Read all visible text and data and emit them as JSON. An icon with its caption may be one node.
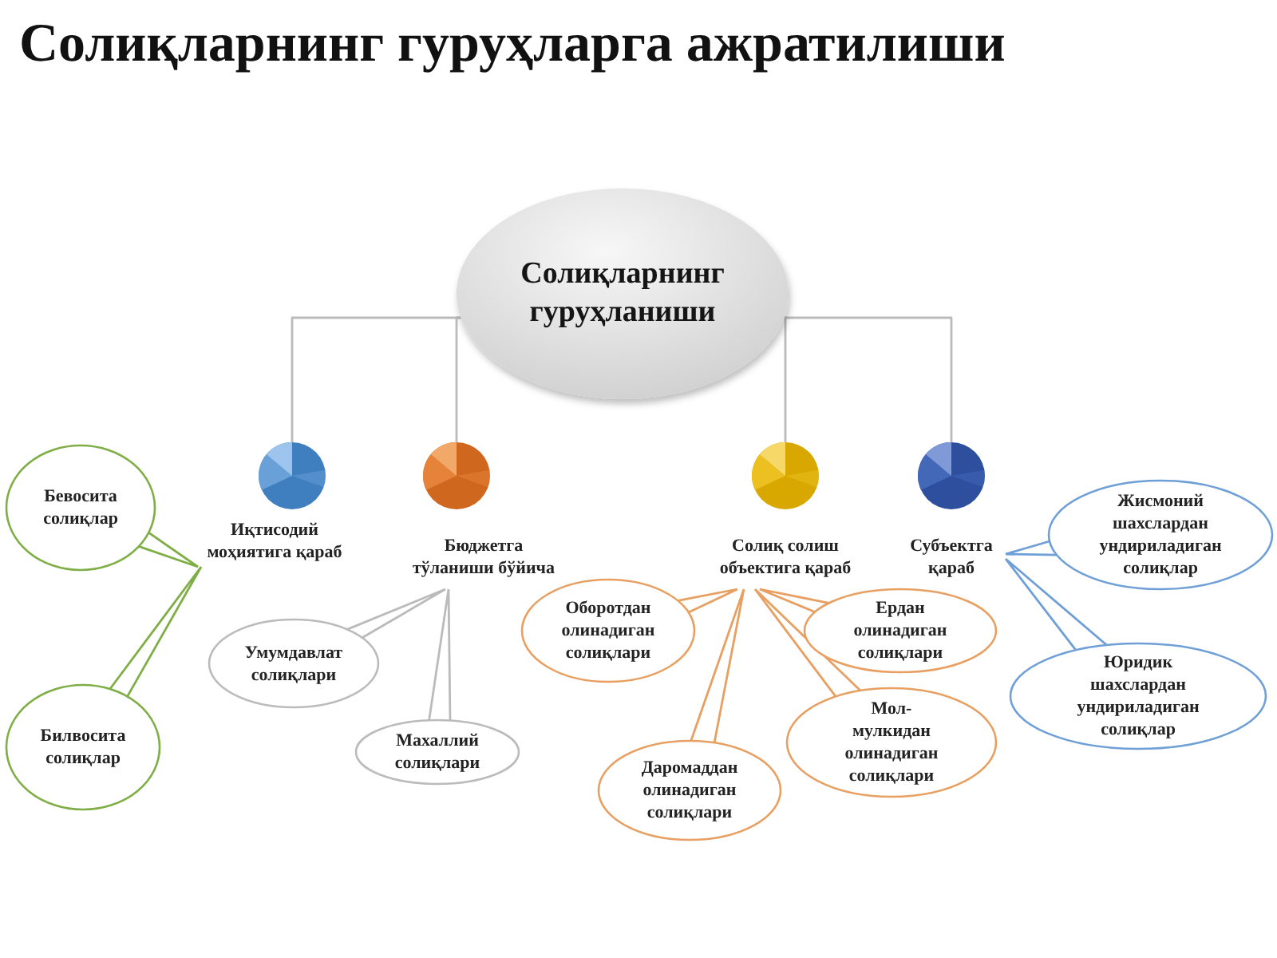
{
  "diagram": {
    "title": "Солиқларнинг гуруҳларга ажратилиши",
    "nodes": [
      {
        "text": [
          "Солиқларнинг гуруҳланиши"
        ]
      },
      {
        "text": [
          "Иқтисодий моҳиятига қараб"
        ]
      },
      {
        "text": [
          "Бюджетга тўланиши бўйича"
        ]
      },
      {
        "text": [
          "Солиқ солиш объектига қараб"
        ]
      },
      {
        "text": [
          "Субъектга қараб"
        ]
      },
      {
        "text": [
          "Бевосита солиқлар"
        ]
      },
      {
        "text": [
          "Билвосита солиқлар"
        ]
      },
      {
        "text": [
          "Умумдавлат солиқлари"
        ]
      },
      {
        "text": [
          "Махаллий солиқлари"
        ]
      },
      {
        "text": [
          "Оборотдан олинадиган солиқлари"
        ]
      },
      {
        "text": [
          "Ердан олинадиган солиқлари"
        ]
      },
      {
        "text": [
          "Мол-мулкидан олинадиган солиқлари"
        ]
      },
      {
        "text": [
          "Даромаддан олинадиган солиқлари"
        ]
      },
      {
        "text": [
          "Жисмоний шахслардан ундириладиган солиқлар"
        ]
      },
      {
        "text": [
          "Юридик шахслардан ундириладиган солиқлар"
        ]
      }
    ],
    "edges": [
      {
        "from": 0,
        "to": 1,
        "arrow": "none"
      },
      {
        "from": 0,
        "to": 2,
        "arrow": "none"
      },
      {
        "from": 0,
        "to": 3,
        "arrow": "none"
      },
      {
        "from": 0,
        "to": 4,
        "arrow": "none"
      },
      {
        "from": 1,
        "to": 5,
        "arrow": "none",
        "color": "#7eae45"
      },
      {
        "from": 1,
        "to": 6,
        "arrow": "none",
        "color": "#7eae45"
      },
      {
        "from": 2,
        "to": 7,
        "arrow": "none"
      },
      {
        "from": 2,
        "to": 8,
        "arrow": "none"
      },
      {
        "from": 3,
        "to": 9,
        "arrow": "none",
        "color": "#e8a062"
      },
      {
        "from": 3,
        "to": 10,
        "arrow": "none",
        "color": "#e8a062"
      },
      {
        "from": 3,
        "to": 11,
        "arrow": "none",
        "color": "#e8a062"
      },
      {
        "from": 3,
        "to": 12,
        "arrow": "none",
        "color": "#e8a062"
      },
      {
        "from": 4,
        "to": 13,
        "arrow": "none",
        "color": "#6e9fd6"
      },
      {
        "from": 4,
        "to": 14,
        "arrow": "none",
        "color": "#6e9fd6"
      }
    ]
  }
}
